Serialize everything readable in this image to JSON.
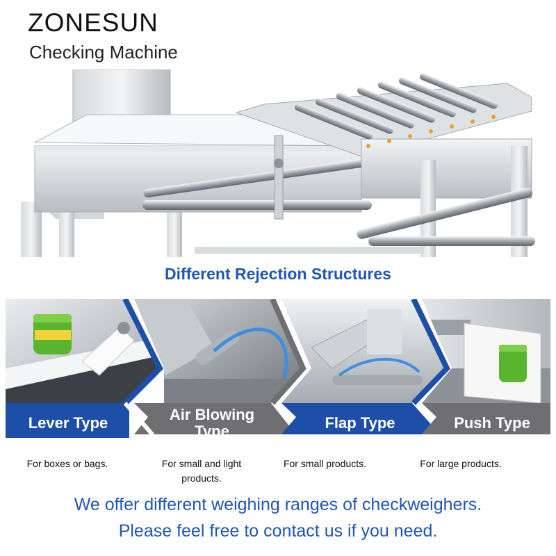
{
  "header": {
    "brand": "ZONESUN",
    "subtitle": "Checking Machine"
  },
  "section_title": "Different Rejection Structures",
  "rejection_types": [
    {
      "label": "Lever Type",
      "caption": "For boxes or bags."
    },
    {
      "label_line1": "Air Blowing",
      "label_line2": "Type",
      "caption_line1": "For small and light",
      "caption_line2": "products."
    },
    {
      "label": "Flap Type",
      "caption": "For small products."
    },
    {
      "label": "Push Type",
      "caption": "For large products."
    }
  ],
  "footer": {
    "line1": "We offer different weighing ranges of checkweighers.",
    "line2": "Please feel free to contact us if you need."
  },
  "colors": {
    "accent_blue": "#1f57b4",
    "panel_blue": "#1e4fa8",
    "panel_gray": "#6f6f72",
    "steel": "#c9ccd0"
  }
}
